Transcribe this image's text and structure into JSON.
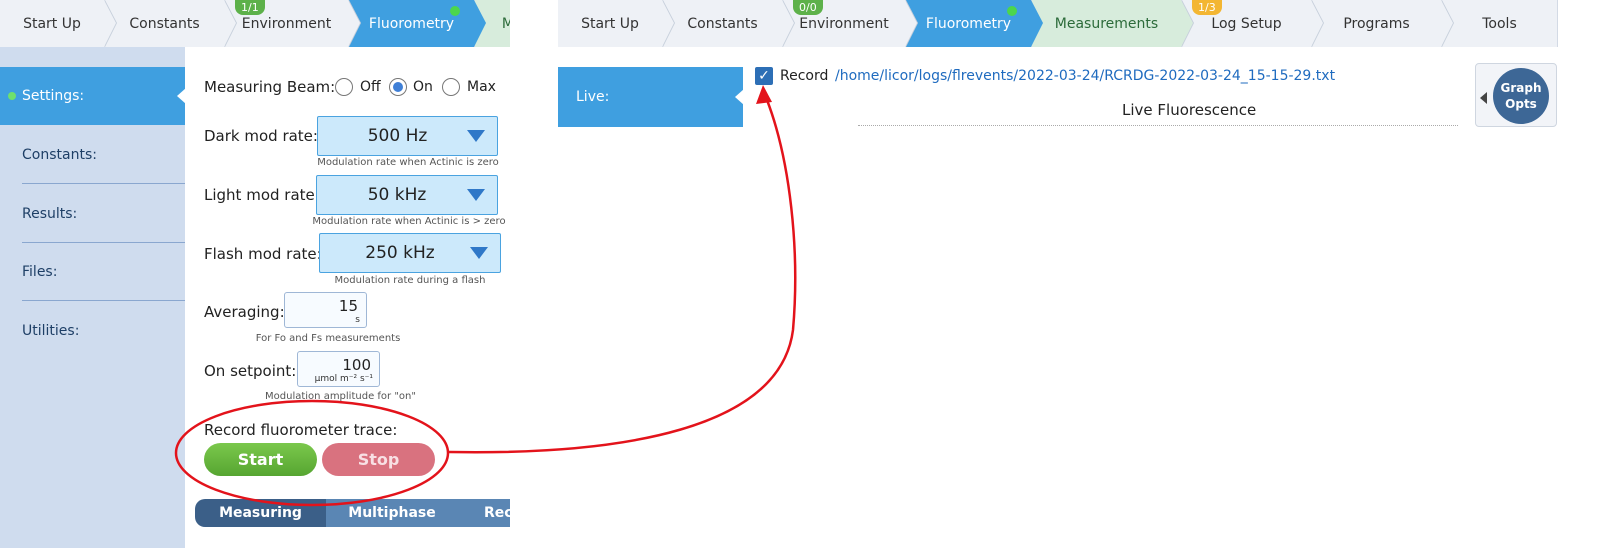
{
  "left": {
    "tabs": [
      {
        "label": "Start Up"
      },
      {
        "label": "Constants"
      },
      {
        "label": "Environment",
        "badge": "1/1"
      },
      {
        "label": "Fluorometry"
      },
      {
        "label": "M"
      }
    ],
    "sidebar": [
      "Settings:",
      "Constants:",
      "Results:",
      "Files:",
      "Utilities:"
    ],
    "measuring_beam": {
      "label": "Measuring Beam:",
      "options": [
        "Off",
        "On",
        "Max"
      ],
      "selected": "On"
    },
    "dark_mod": {
      "label": "Dark mod rate:",
      "value": "500 Hz",
      "hint": "Modulation rate when Actinic is zero"
    },
    "light_mod": {
      "label": "Light mod rate:",
      "value": "50 kHz",
      "hint": "Modulation rate when Actinic is > zero"
    },
    "flash_mod": {
      "label": "Flash mod rate:",
      "value": "250 kHz",
      "hint": "Modulation rate during a flash"
    },
    "averaging": {
      "label": "Averaging:",
      "value": "15",
      "unit": "s",
      "hint": "For Fo and Fs measurements"
    },
    "on_setpoint": {
      "label": "On setpoint:",
      "value": "100",
      "unit": "µmol m⁻² s⁻¹",
      "hint": "Modulation amplitude for \"on\""
    },
    "record_trace": {
      "label": "Record fluorometer trace:",
      "start": "Start",
      "stop": "Stop"
    },
    "subtabs": [
      "Measuring",
      "Multiphase",
      "Rect"
    ]
  },
  "right": {
    "tabs": [
      {
        "label": "Start Up"
      },
      {
        "label": "Constants"
      },
      {
        "label": "Environment",
        "badge": "0/0"
      },
      {
        "label": "Fluorometry"
      },
      {
        "label": "Measurements"
      },
      {
        "label": "Log Setup",
        "badge": "1/3"
      },
      {
        "label": "Programs"
      },
      {
        "label": "Tools"
      }
    ],
    "sidebar": "Live:",
    "record_label": "Record",
    "path": "/home/licor/logs/flrevents/2022-03-24/RCRDG-2022-03-24_15-15-29.txt",
    "chart_title": "Live Fluorescence",
    "graph_opts_1": "Graph",
    "graph_opts_2": "Opts"
  },
  "colors": {
    "accent": "#3f9fe0",
    "annotation": "#e3131b",
    "start": "#5fb13a",
    "stop": "#d9727f"
  }
}
